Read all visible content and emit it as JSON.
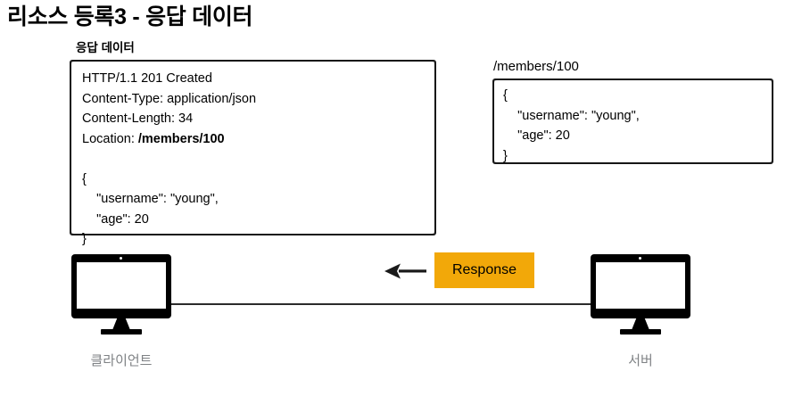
{
  "slide": {
    "title": "리소스 등록3 - 응답 데이터"
  },
  "response_section": {
    "caption": "응답 데이터",
    "status_line": "HTTP/1.1 201 Created",
    "header_content_type": "Content-Type: application/json",
    "header_content_length": "Content-Length: 34",
    "header_location_key": "Location: ",
    "header_location_value": "/members/100",
    "body": "{\n    \"username\": \"young\",\n    \"age\": 20\n}"
  },
  "resource_section": {
    "caption": "/members/100",
    "body": "{\n    \"username\": \"young\",\n    \"age\": 20\n}"
  },
  "flow": {
    "client_label": "클라이언트",
    "server_label": "서버",
    "badge_label": "Response",
    "badge_color": "#F2A809",
    "arrow_direction": "left",
    "label_color": "#7F8285",
    "line_color": "#2B2B2B"
  }
}
